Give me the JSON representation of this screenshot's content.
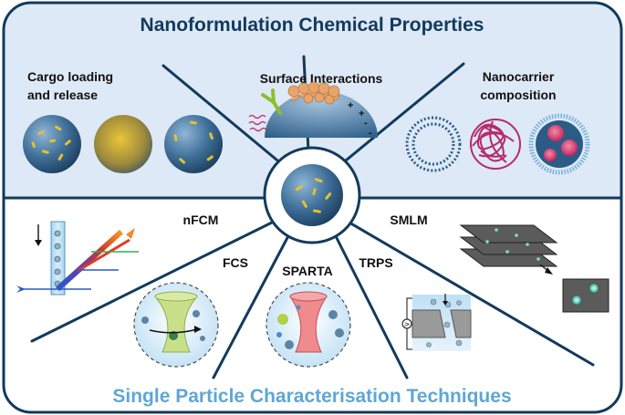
{
  "title_top": "Nanoformulation Chemical Properties",
  "title_bottom": "Single Particle Characterisation Techniques",
  "labels": {
    "cargo_line1": "Cargo loading",
    "cargo_line2": "and release",
    "surface": "Surface Interactions",
    "composition_line1": "Nanocarrier",
    "composition_line2": "composition",
    "nfcm": "nFCM",
    "fcs": "FCS",
    "sparta": "SPARTA",
    "trps": "TRPS",
    "smlm": "SMLM"
  },
  "charges": [
    "+",
    "+",
    "-",
    "-"
  ],
  "colors": {
    "navy": "#123a5c",
    "top_bg": "#dde9f6",
    "bottom_title": "#5ea7d6",
    "particle": "#3d6e98",
    "cargo": "#e3c12f",
    "lipid": "#2a5c86",
    "polymer": "#b62a6b"
  }
}
